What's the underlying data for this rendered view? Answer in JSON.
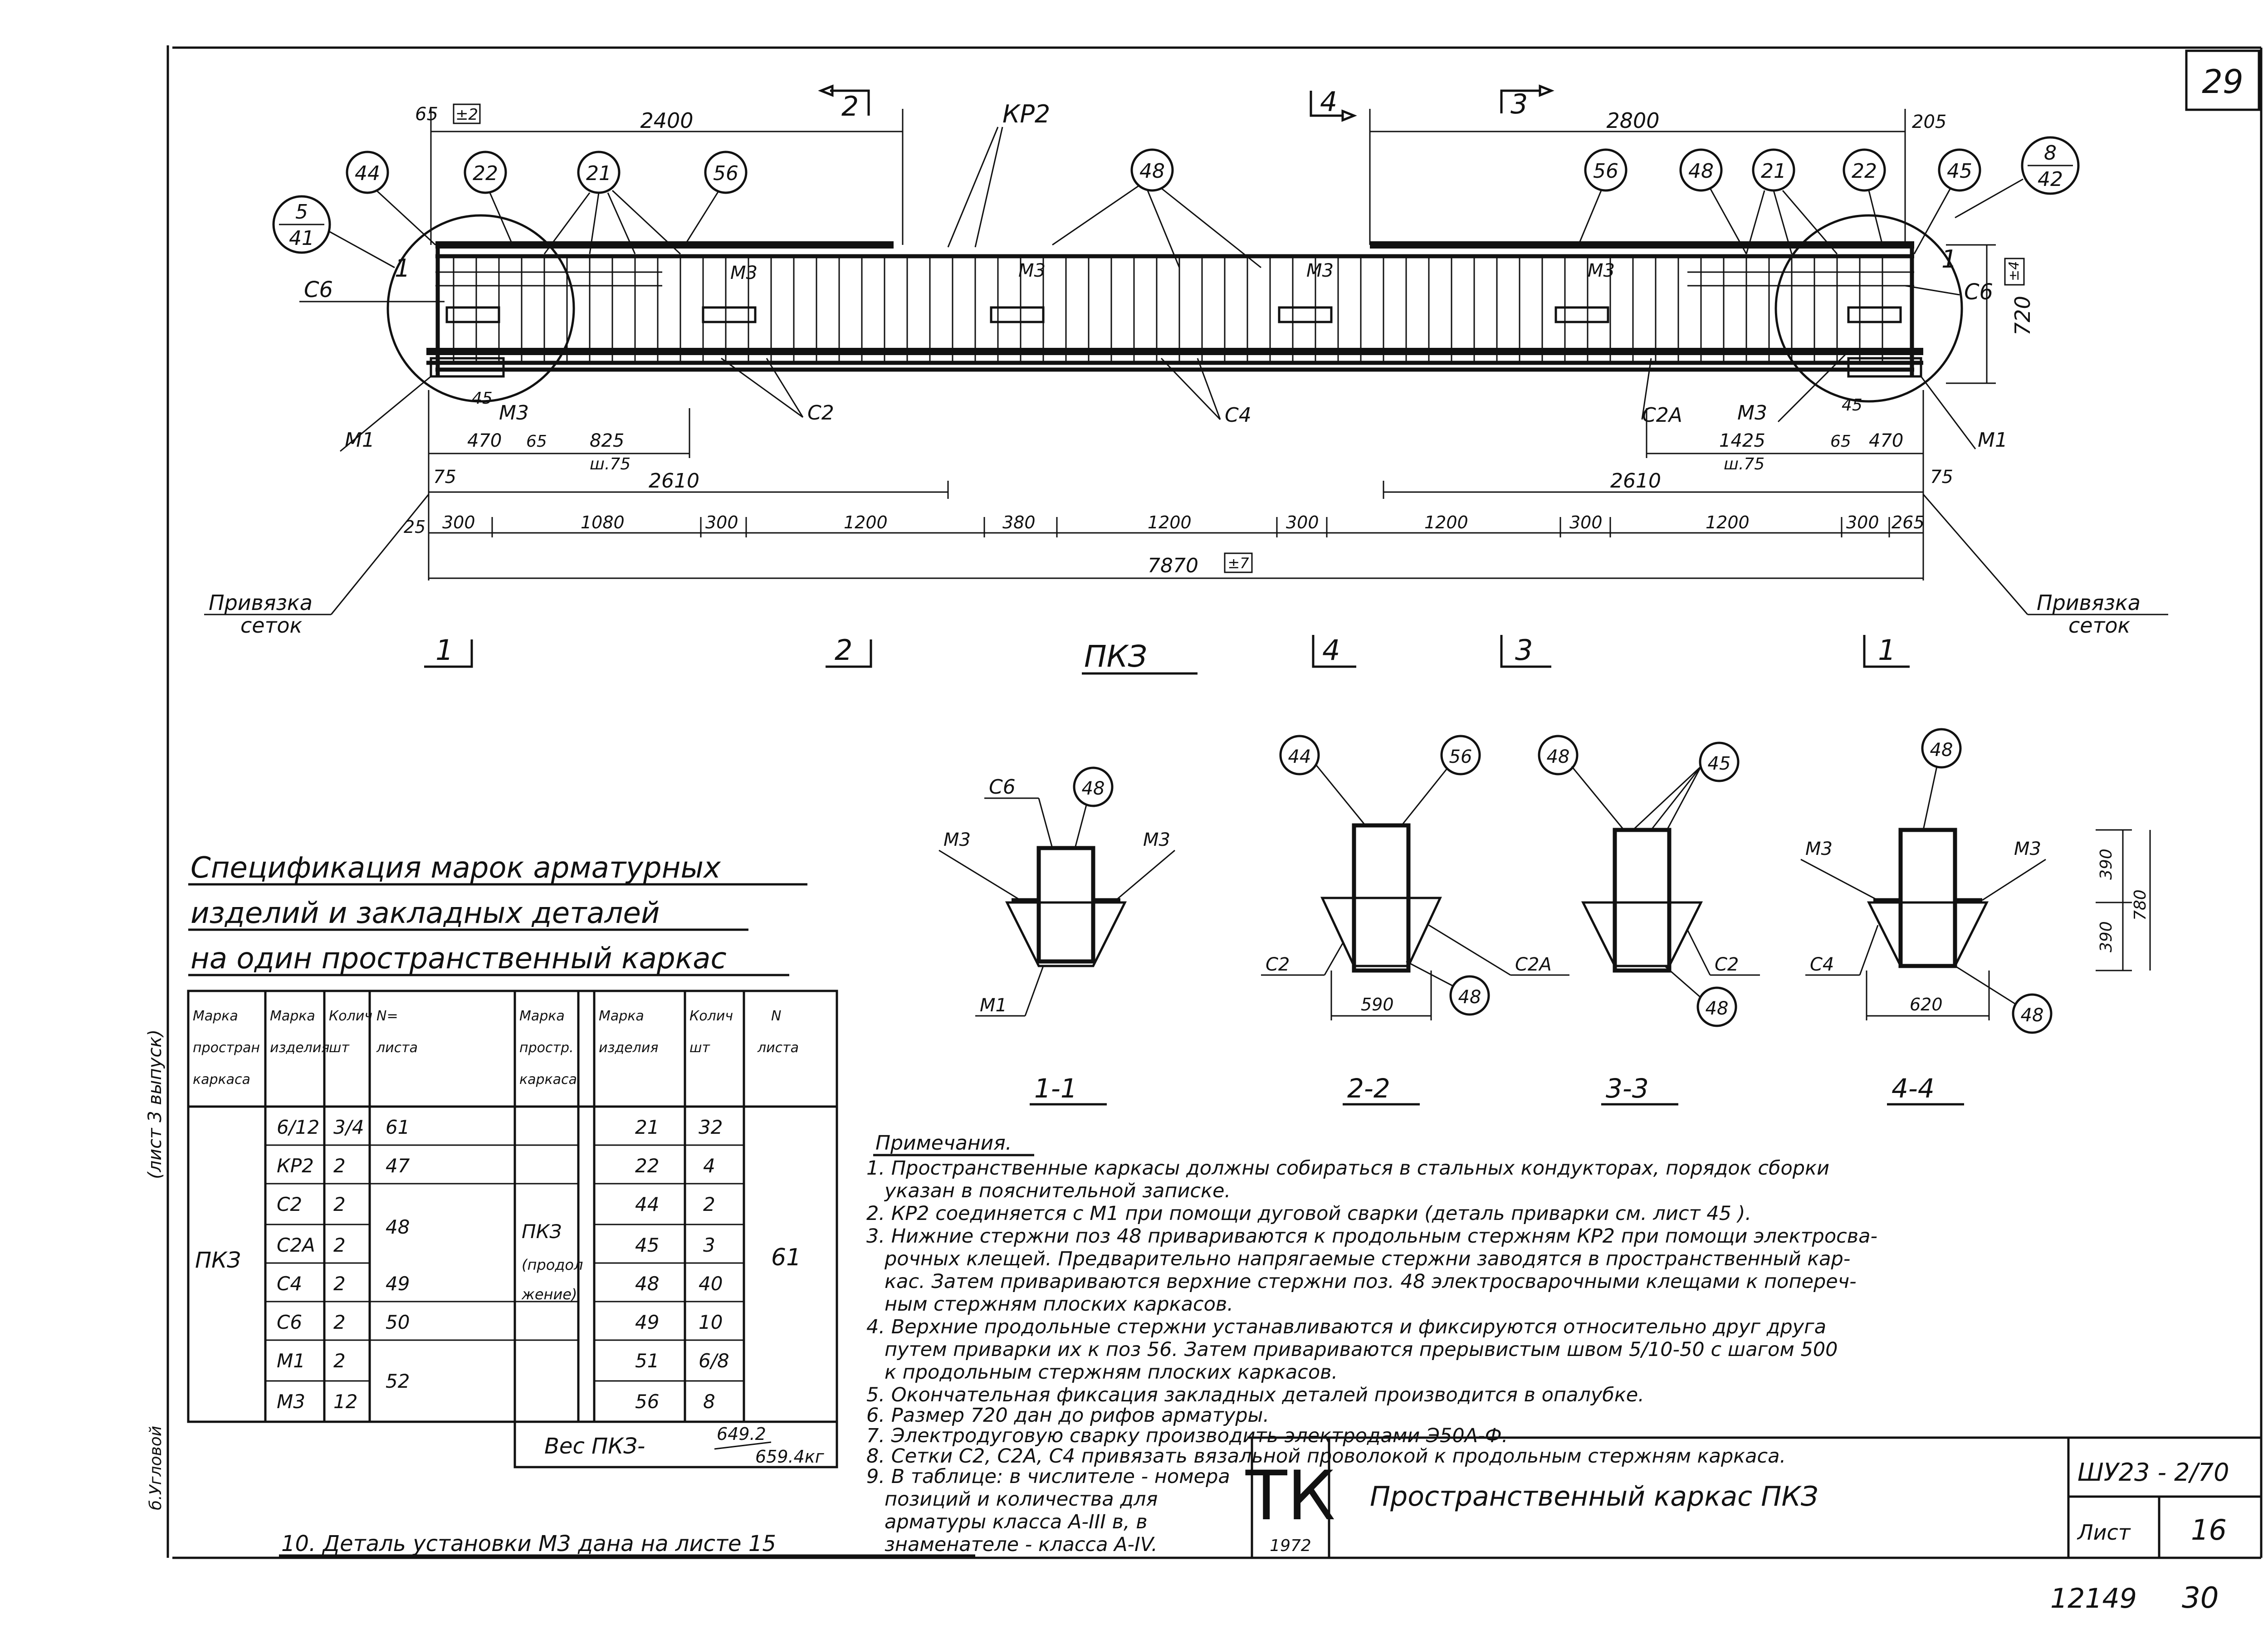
{
  "sheet_number": "29",
  "frame_label": "ПКЗ",
  "section_marks": [
    {
      "label": "2"
    },
    {
      "label": "4"
    },
    {
      "label": "3"
    },
    {
      "label": "1"
    }
  ],
  "callouts": {
    "kr2": "КР2",
    "c6": "С6",
    "m1": "М1",
    "m3": "М3",
    "c2": "С2",
    "c4": "С4",
    "c2a": "С2А",
    "one": "1",
    "bubbles": [
      "44",
      "22",
      "21",
      "56",
      "48",
      "56",
      "48",
      "21",
      "22",
      "45"
    ],
    "frac_left_top": "5",
    "frac_left_bottom": "41",
    "frac_right_top": "8",
    "frac_right_bottom": "42",
    "weld_mark": "45",
    "weld_mark_right": "45"
  },
  "dims": {
    "d65": "65",
    "box_t2": "±2",
    "d2400": "2400",
    "d2800": "2800",
    "d205": "205",
    "d720": "720",
    "box_t4": "±4",
    "d470": "470",
    "d65b": "65",
    "d825": "825",
    "sh75": "ш.75",
    "d1425": "1425",
    "sh75b": "ш.75",
    "d65c": "65",
    "d470b": "470",
    "d75": "75",
    "d2610": "2610",
    "d2610b": "2610",
    "d75b": "75",
    "d25": "25",
    "row": [
      "300",
      "1080",
      "300",
      "1200",
      "380",
      "1200",
      "300",
      "1200",
      "300",
      "1200",
      "300",
      "265"
    ],
    "total": "7870",
    "box_t7": "±7"
  },
  "privyazka_left": [
    "Привязка",
    "сеток"
  ],
  "privyazka_right": [
    "Привязка",
    "сеток"
  ],
  "bottom_marks": [
    "1",
    "2",
    "4",
    "3",
    "1"
  ],
  "bottom_title": "ПКЗ",
  "sections": {
    "s11": {
      "label": "1-1",
      "c6": "С6",
      "bubble": "48",
      "m3l": "М3",
      "m3r": "М3",
      "m1": "М1"
    },
    "s22": {
      "label": "2-2",
      "b44": "44",
      "b56": "56",
      "c2": "С2",
      "c2a": "С2А",
      "d590": "590",
      "b48": "48"
    },
    "s33": {
      "label": "3-3",
      "b48": "48",
      "b45": "45",
      "c2": "С2",
      "b48b": "48"
    },
    "s44": {
      "label": "4-4",
      "b48": "48",
      "m3l": "М3",
      "m3r": "М3",
      "d390a": "390",
      "d390b": "390",
      "d780": "780",
      "c4": "С4",
      "d620": "620",
      "b48b": "48"
    }
  },
  "spec_title": [
    "Спецификация марок арматурных",
    "изделий и закладных деталей",
    "на один пространственный каркас"
  ],
  "table1": {
    "headers": [
      [
        "Марка",
        "простран",
        "каркаса"
      ],
      [
        "Марка",
        "изделия"
      ],
      [
        "Колич",
        "шт"
      ],
      [
        "N=",
        "листа"
      ]
    ],
    "frame": "ПКЗ",
    "rows": [
      [
        "6/12",
        "3/4",
        "61"
      ],
      [
        "КР2",
        "2",
        "47"
      ],
      [
        "С2",
        "2",
        ""
      ],
      [
        "С2А",
        "2",
        "48"
      ],
      [
        "С4",
        "2",
        "49"
      ],
      [
        "С6",
        "2",
        "50"
      ],
      [
        "М1",
        "2",
        ""
      ],
      [
        "М3",
        "12",
        "52"
      ]
    ]
  },
  "table2": {
    "headers": [
      [
        "Марка",
        "простр.",
        "каркаса"
      ],
      [
        "Марка",
        "изделия"
      ],
      [
        "Колич",
        "шт"
      ],
      [
        "N",
        "листа"
      ]
    ],
    "frame": [
      "ПКЗ",
      "(продол",
      "жение)"
    ],
    "sheet": "61",
    "rows": [
      [
        "21",
        "32"
      ],
      [
        "22",
        "4"
      ],
      [
        "44",
        "2"
      ],
      [
        "45",
        "3"
      ],
      [
        "48",
        "40"
      ],
      [
        "49",
        "10"
      ],
      [
        "51",
        "6/8"
      ],
      [
        "56",
        "8"
      ]
    ],
    "weight": "Вес ПКЗ-",
    "weight_top": "649.2",
    "weight_bottom": "659.4кг"
  },
  "notes_title": "Примечания.",
  "notes": [
    "1. Пространственные каркасы должны собираться в стальных кондукторах, порядок сборки",
    "указан в пояснительной записке.",
    "2. КР2 соединяется с М1 при помощи дуговой сварки (деталь приварки см. лист 45 ).",
    "3. Нижние стержни поз 48 привариваются к продольным стержням КР2 при помощи электросва-",
    "рочных клещей. Предварительно напрягаемые стержни заводятся в пространственный кар-",
    "кас. Затем привариваются верхние стержни поз. 48 электросварочными клещами к попереч-",
    "ным стержням плоских каркасов.",
    "4. Верхние продольные стержни устанавливаются и фиксируются относительно друг друга",
    "путем приварки их к поз 56. Затем привариваются прерывистым швом 5/10-50 с шагом 500",
    "к продольным стержням плоских каркасов.",
    "5. Окончательная фиксация закладных деталей производится в опалубке.",
    "6. Размер 720 дан до рифов арматуры.",
    "7. Электродуговую сварку производить электродами Э50А-Ф.",
    "8. Сетки С2, С2А, С4 привязать вязальной проволокой к продольным стержням каркаса.",
    "9. В таблице: в числителе - номера",
    "позиций и количества для",
    "арматуры класса А-III в, в",
    "знаменателе - класса А-IV."
  ],
  "note10": "10. Деталь установки М3 дана на листе 15",
  "stamp": {
    "logo": "ТК",
    "year": "1972",
    "title": "Пространственный каркас ПКЗ",
    "code": "ШУ23 - 2/70",
    "list_label": "Лист",
    "list_number": "16"
  },
  "below_stamp": {
    "left": "12149",
    "right": "30"
  },
  "side_text": [
    "(лист 3 выпуск)",
    "б.Угловой"
  ]
}
